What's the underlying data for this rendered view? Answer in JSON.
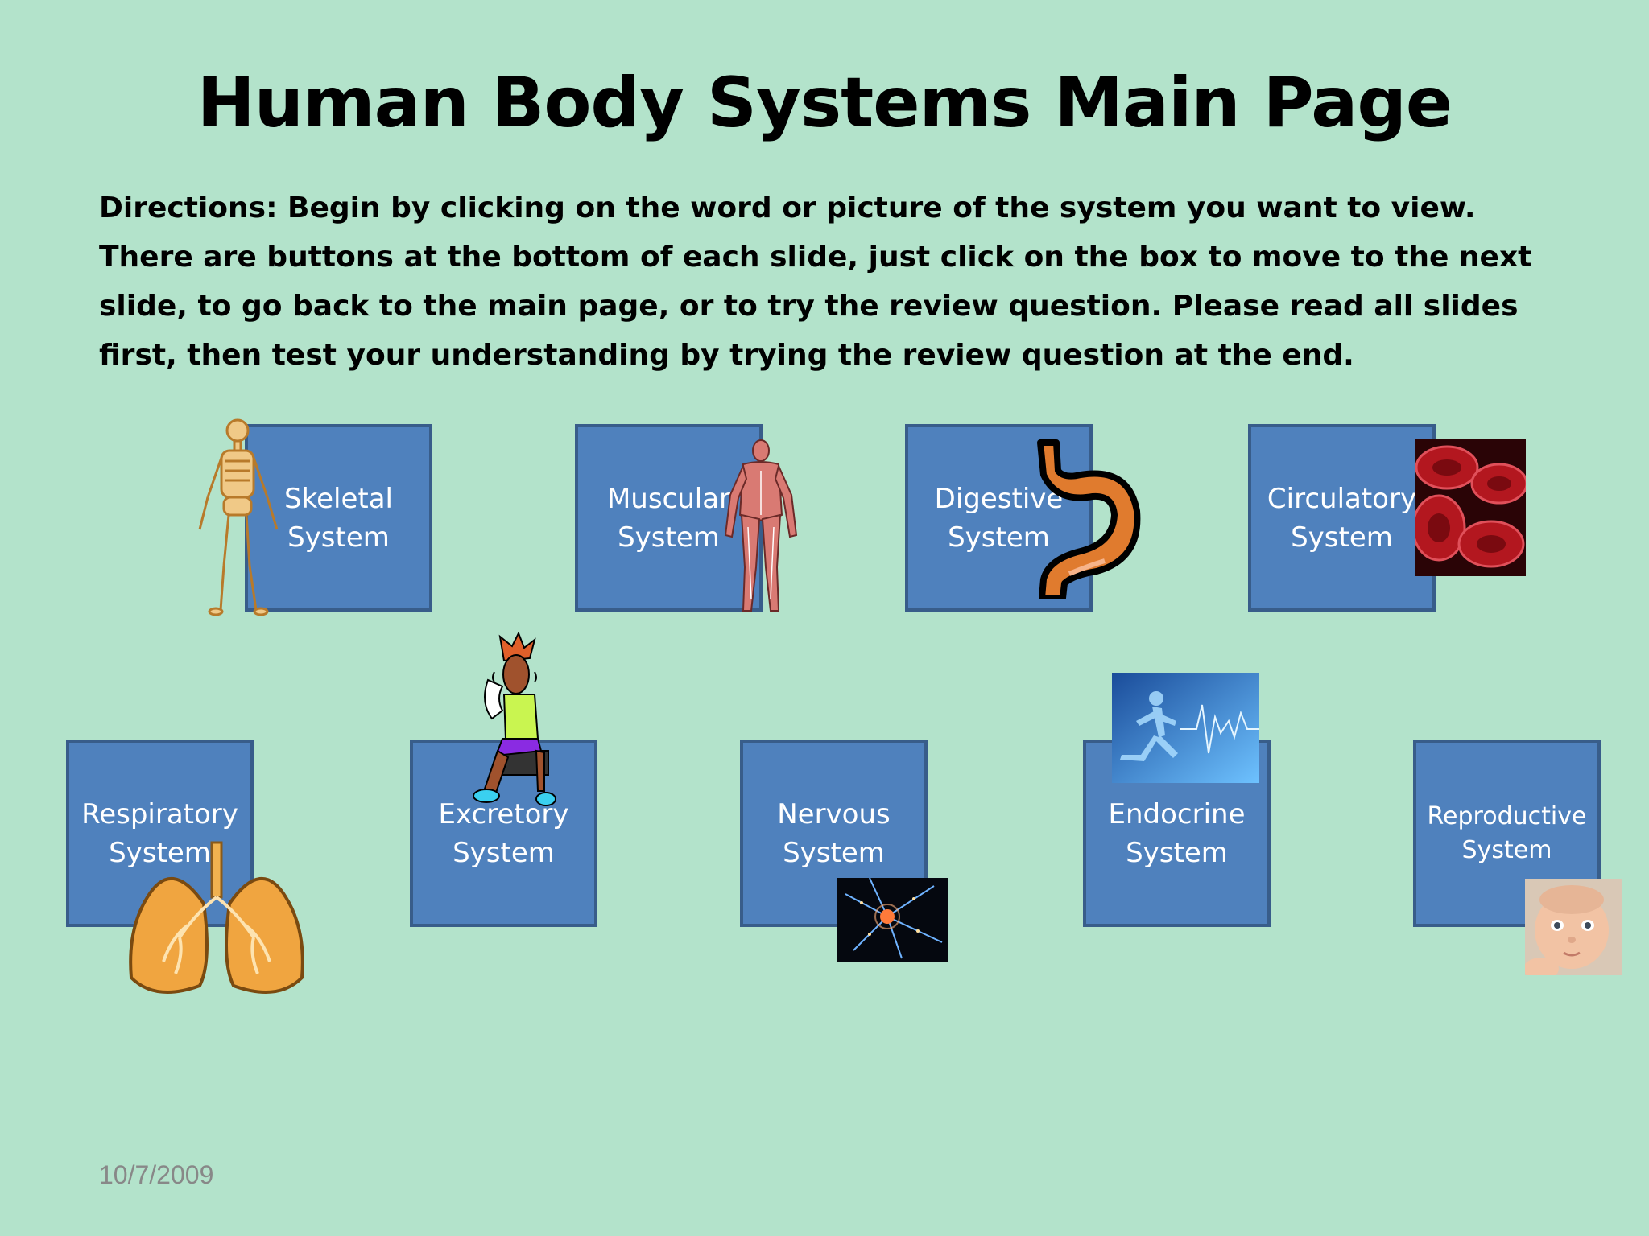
{
  "title": "Human Body Systems Main Page",
  "directions": "Directions: Begin by clicking on the word or picture of the system you want to view. There are buttons at the bottom of each slide, just click on the box to move to the next slide, to go back to the main page, or to try the review question. Please read all slides first, then test your understanding by trying the review question at the end.",
  "systems": [
    {
      "line1": "Skeletal",
      "line2": "System",
      "icon": "skeleton-icon"
    },
    {
      "line1": "Muscular",
      "line2": "System",
      "icon": "muscle-figure-icon"
    },
    {
      "line1": "Digestive",
      "line2": "System",
      "icon": "stomach-icon"
    },
    {
      "line1": "Circulatory",
      "line2": "System",
      "icon": "blood-cells-icon"
    },
    {
      "line1": "Respiratory",
      "line2": "System",
      "icon": "lungs-icon"
    },
    {
      "line1": "Excretory",
      "line2": "System",
      "icon": "sweating-person-icon"
    },
    {
      "line1": "Nervous",
      "line2": "System",
      "icon": "neuron-icon"
    },
    {
      "line1": "Endocrine",
      "line2": "System",
      "icon": "runner-heartbeat-icon"
    },
    {
      "line1": "Reproductive",
      "line2": "System",
      "icon": "baby-icon"
    }
  ],
  "date": "10/7/2009"
}
